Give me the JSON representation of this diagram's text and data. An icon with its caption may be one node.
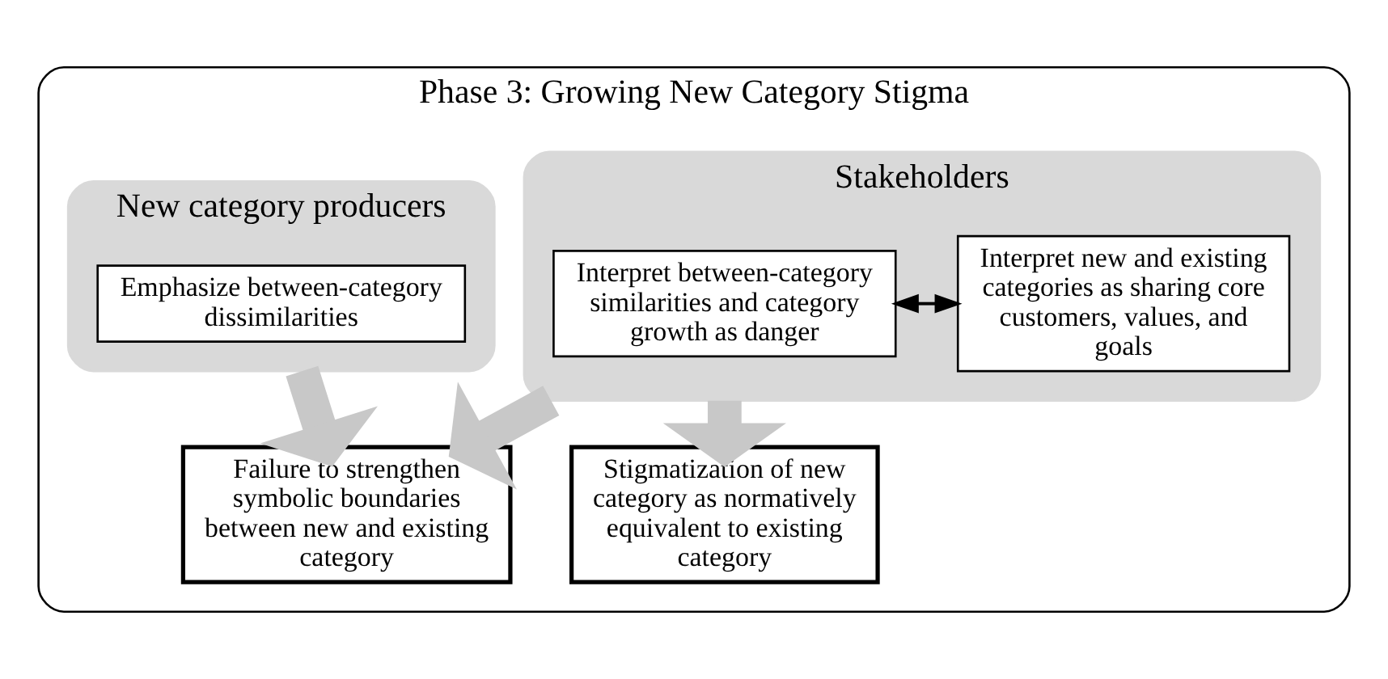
{
  "diagram": {
    "nodes": [
      {
        "text": [
          "Phase 3: Growing New Category Stigma"
        ]
      },
      {
        "text": [
          "New category producers"
        ],
        "in": 0
      },
      {
        "text": [
          "Emphasize between-category dissimilarities"
        ],
        "in": 1
      },
      {
        "text": [
          "Stakeholders"
        ],
        "in": 0
      },
      {
        "text": [
          "Interpret between-category similarities and category growth as danger"
        ],
        "in": 3
      },
      {
        "text": [
          "Interpret new and existing categories as sharing core customers, values, and goals"
        ],
        "in": 3
      },
      {
        "text": [
          "Failure to strengthen symbolic boundaries between new and existing category"
        ],
        "in": 0
      },
      {
        "text": [
          "Stigmatization of new category as normatively equivalent to existing category"
        ],
        "in": 0
      }
    ],
    "edges": [
      {
        "from": 4,
        "to": 5,
        "arrow": "both",
        "color": "#000000"
      },
      {
        "from": 1,
        "to": 6,
        "arrow": "to"
      },
      {
        "from": 3,
        "to": 6,
        "arrow": "to"
      },
      {
        "from": 3,
        "to": 7,
        "arrow": "to"
      }
    ]
  }
}
